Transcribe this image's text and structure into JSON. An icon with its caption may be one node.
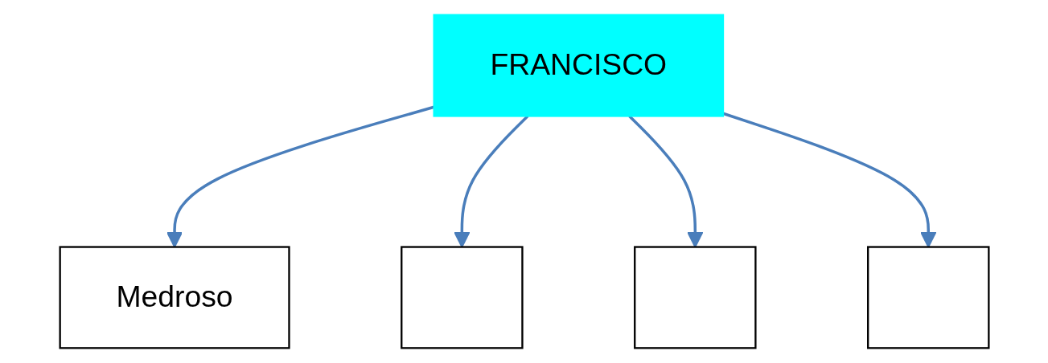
{
  "diagram": {
    "nodes": [
      {
        "text": [
          "Medroso"
        ]
      },
      {
        "text": [],
        "shape": "box"
      },
      {
        "text": [
          "FRANCISCO"
        ]
      },
      {
        "text": [],
        "shape": "box"
      },
      {
        "text": [],
        "shape": "box"
      }
    ],
    "edges": [
      {
        "from": 2,
        "to": 0,
        "arrow": "to"
      },
      {
        "from": 2,
        "to": 1,
        "arrow": "to"
      },
      {
        "from": 2,
        "to": 3,
        "arrow": "to"
      },
      {
        "from": 2,
        "to": 4,
        "arrow": "to"
      }
    ]
  }
}
